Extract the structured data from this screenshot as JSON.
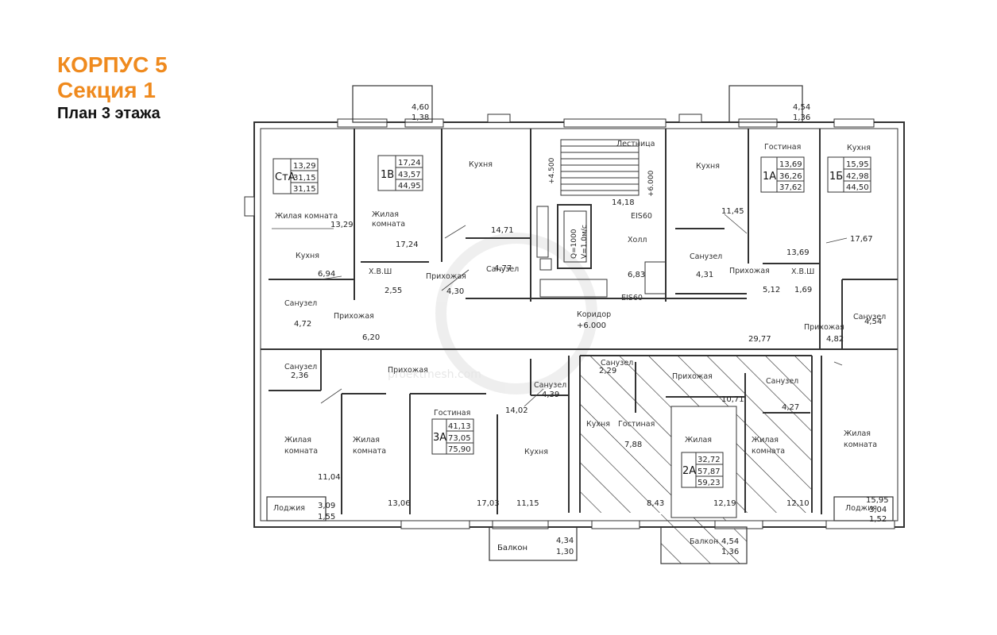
{
  "header": {
    "building": "КОРПУС 5",
    "section": "Секция 1",
    "floor_plan": "План 3 этажа"
  },
  "watermark": "proektmesh.com",
  "apartments": [
    {
      "code": "СтА",
      "values": [
        "13,29",
        "31,15",
        "31,15"
      ]
    },
    {
      "code": "1В",
      "values": [
        "17,24",
        "43,57",
        "44,95"
      ]
    },
    {
      "code": "1А",
      "values": [
        "13,69",
        "36,26",
        "37,62"
      ]
    },
    {
      "code": "1Б",
      "values": [
        "15,95",
        "42,98",
        "44,50"
      ]
    },
    {
      "code": "3А",
      "values": [
        "41,13",
        "73,05",
        "75,90"
      ]
    },
    {
      "code": "2А",
      "values": [
        "32,72",
        "57,87",
        "59,23"
      ]
    }
  ],
  "room_labels": {
    "zhilaya_komnata_1": "Жилая комната",
    "zhilaya": "Жилая",
    "komnata": "комната",
    "kukhnya": "Кухня",
    "prikhozhaya": "Прихожая",
    "sanuzel": "Санузел",
    "xvsh": "Х.В.Ш",
    "gostinaya": "Гостиная",
    "lodzhiya": "Лоджия",
    "balkon": "Балкон",
    "koridor": "Коридор",
    "koridor_level": "+6.000",
    "lestnitsa": "Лестница",
    "kholl": "Холл",
    "ei60": "EIS60",
    "level_45": "+4.500",
    "level_60": "+6.000",
    "lift_1": "Q=1000",
    "lift_2": "V=1.0м/с"
  },
  "areas": {
    "a_13_29": "13,29",
    "a_6_94": "6,94",
    "a_4_72": "4,72",
    "a_6_20": "6,20",
    "a_2_55": "2,55",
    "a_4_30": "4,30",
    "a_17_24": "17,24",
    "a_14_71": "14,71",
    "a_4_77": "4,77",
    "a_14_18": "14,18",
    "a_6_83": "6,83",
    "a_11_45": "11,45",
    "a_4_31": "4,31",
    "a_13_69": "13,69",
    "a_5_12": "5,12",
    "a_1_69": "1,69",
    "a_17_67": "17,67",
    "a_4_54": "4,54",
    "a_4_82": "4,82",
    "a_29_77": "29,77",
    "a_2_36": "2,36",
    "a_2_29": "2,29",
    "a_4_39": "4,39",
    "a_14_02": "14,02",
    "a_10_71": "10,71",
    "a_4_27": "4,27",
    "a_7_88": "7,88",
    "a_11_04": "11,04",
    "a_13_06": "13,06",
    "a_17_03": "17,03",
    "a_11_15": "11,15",
    "a_8_43": "8,43",
    "a_12_19": "12,19",
    "a_12_10": "12,10",
    "a_15_95": "15,95",
    "a_3_09": "3,09",
    "a_1_55": "1,55",
    "a_3_04": "3,04",
    "a_1_52": "1,52",
    "bal_top_l_1": "4,60",
    "bal_top_l_2": "1,38",
    "bal_top_r_1": "4,54",
    "bal_top_r_2": "1,36",
    "bal_bot_l_1": "4,34",
    "bal_bot_l_2": "1,30",
    "bal_bot_r_1": "4,54",
    "bal_bot_r_2": "1,36"
  }
}
